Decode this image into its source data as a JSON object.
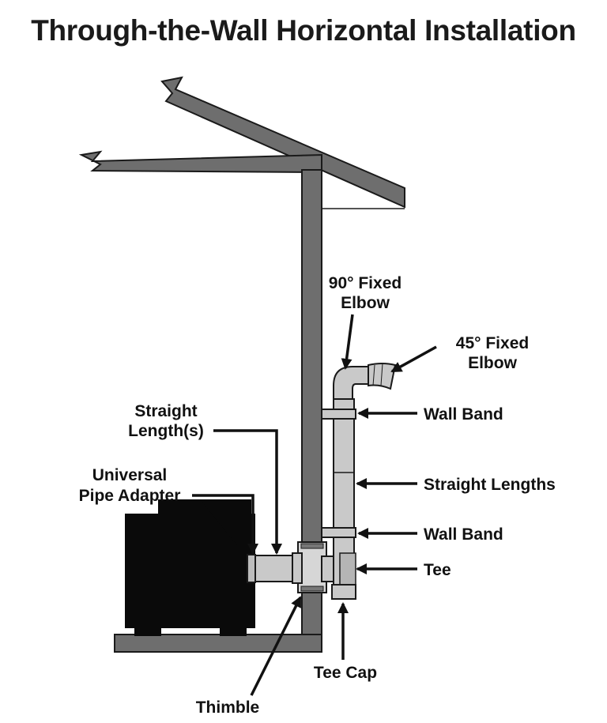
{
  "title": "Through-the-Wall Horizontal Installation",
  "labels": {
    "elbow90_line1": "90° Fixed",
    "elbow90_line2": "Elbow",
    "elbow45_line1": "45° Fixed",
    "elbow45_line2": "Elbow",
    "wall_band_upper": "Wall Band",
    "straight_lengths": "Straight Lengths",
    "wall_band_lower": "Wall Band",
    "tee": "Tee",
    "tee_cap": "Tee Cap",
    "thimble": "Thimble",
    "straight_length_line1": "Straight",
    "straight_length_line2": "Length(s)",
    "adapter_line1": "Universal",
    "adapter_line2": "Pipe Adapter"
  },
  "colors": {
    "structure": "#6e6e6e",
    "pipe": "#c9c9c9",
    "stove": "#0a0a0a",
    "outline": "#1a1a1a"
  }
}
